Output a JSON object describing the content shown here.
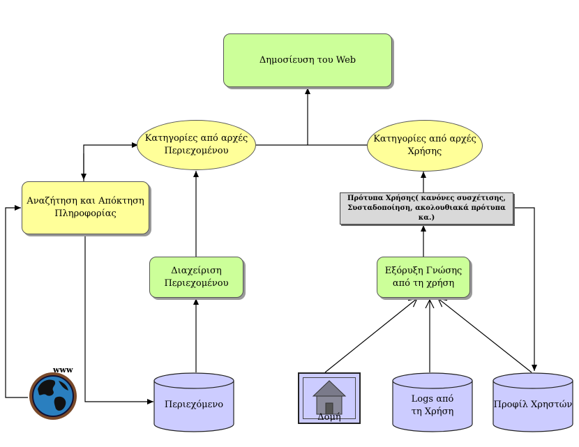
{
  "nodes": {
    "web_publish": "Δημοσίευση του Web",
    "cat_content_l1": "Κατηγορίες από αρχές",
    "cat_content_l2": "Περιεχομένου",
    "cat_usage_l1": "Κατηγορίες από αρχές",
    "cat_usage_l2": "Χρήσης",
    "search_l1": "Αναζήτηση και Απόκτηση",
    "search_l2": "Πληροφορίας",
    "patterns_l1": "Πρότυπα Χρήσης( κανόνες συσχέτισης,",
    "patterns_l2": "Συσταδοποίηση, ακολουθιακά πρότυπα κα.)",
    "content_mgmt_l1": "Διαχείριση",
    "content_mgmt_l2": "Περιεχομένου",
    "mining_l1": "Εξόρυξη Γνώσης",
    "mining_l2": "από τη χρήση",
    "content_db": "Περιεχόμενο",
    "structure": "Δομή",
    "logs_l1": "Logs από",
    "logs_l2": "τη Χρήση",
    "profiles": "Προφίλ Χρηστών",
    "www": "www"
  },
  "icons": [
    "globe-icon",
    "house-icon"
  ],
  "colors": {
    "green": "#ccff99",
    "yellow": "#ffff99",
    "gray": "#d9d9d9",
    "lavender": "#ccccff"
  }
}
